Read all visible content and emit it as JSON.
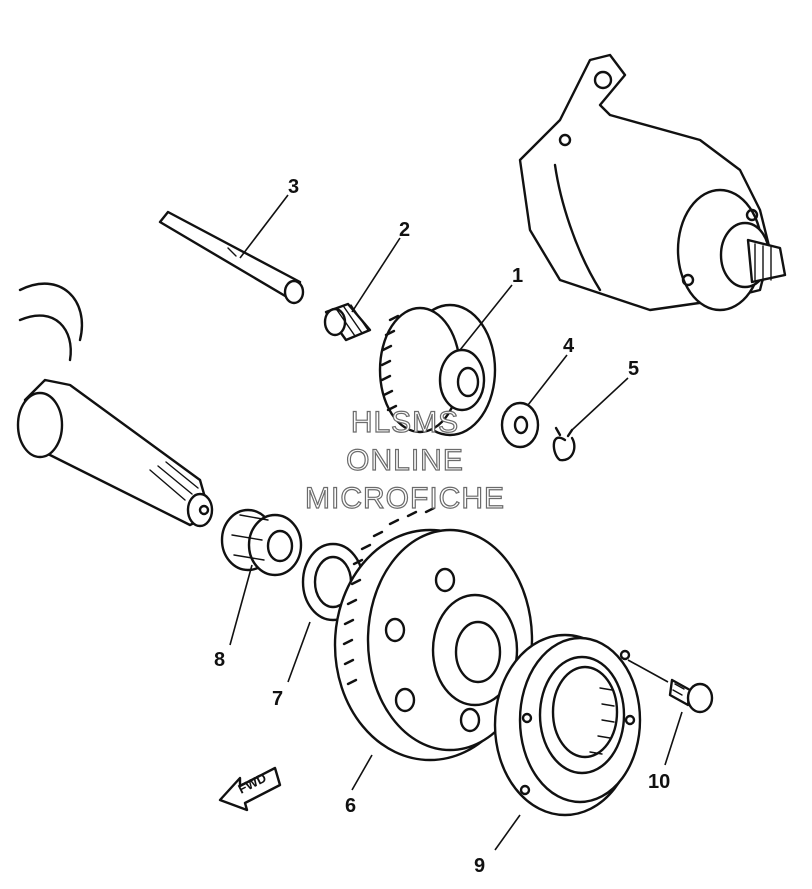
{
  "watermark": [
    "HLSMS",
    "ONLINE",
    "MICROFICHE"
  ],
  "direction_label": "FWD",
  "callouts": [
    "1",
    "2",
    "3",
    "4",
    "5",
    "6",
    "7",
    "8",
    "9",
    "10"
  ],
  "colors": {
    "line": "#111111",
    "background": "#ffffff",
    "watermark_outline": "#6b6b6b"
  }
}
